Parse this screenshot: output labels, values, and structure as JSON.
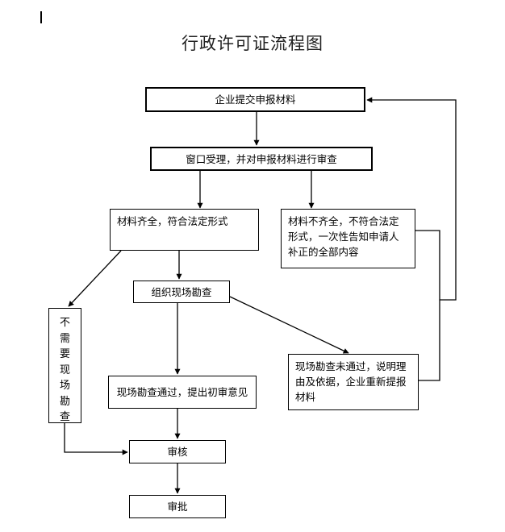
{
  "title": "行政许可证流程图",
  "steps": {
    "submit": "企业提交申报材料",
    "window": "窗口受理，并对申报材料进行审查",
    "complete": "材料齐全，符合法定形式",
    "incomplete": "材料不齐全，不符合法定形式，一次性告知申请人补正的全部内容",
    "survey": "组织现场勘查",
    "no_survey": [
      "不",
      "需",
      "要",
      "现",
      "场",
      "勘",
      "查"
    ],
    "survey_pass": "现场勘查通过，提出初审意见",
    "survey_fail": "现场勘查未通过，说明理由及依据，企业重新提报材料",
    "review": "审核",
    "approve": "审批"
  }
}
